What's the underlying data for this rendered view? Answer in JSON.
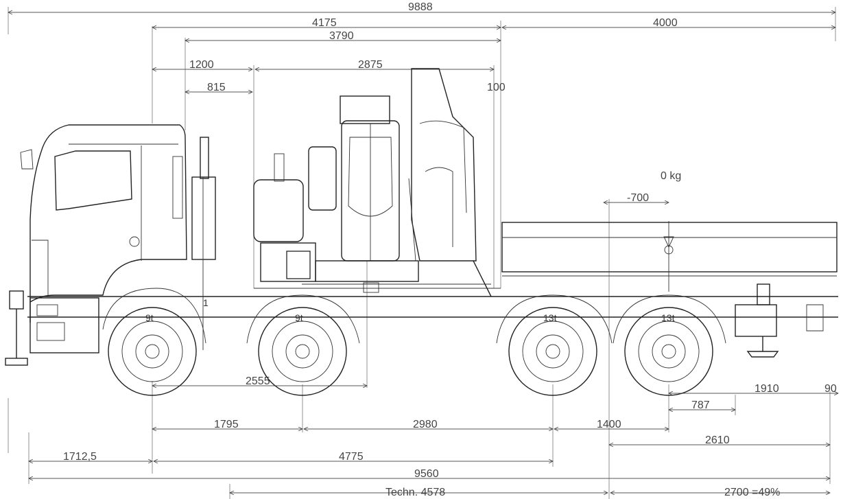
{
  "dimensions": {
    "overall_length": "9888",
    "crane_to_rear_front": "4175",
    "crane_to_rear_inner": "3790",
    "rear_overhang_top": "4000",
    "cab_gap": "1200",
    "crane_width": "2875",
    "crane_clearance": "100",
    "cab_to_crane": "815",
    "crane_offset": "2555",
    "rear_tip": "1910",
    "rear_tip_end": "90",
    "rear_small": "787",
    "axle_1_2": "1795",
    "axle_2_3": "2980",
    "axle_3_4": "1400",
    "rear_to_end": "2610",
    "front_overhang": "1712,5",
    "front_to_axle3": "4775",
    "total_length": "9560",
    "technical": "Techn. 4578",
    "payload_section": "2700 =49%",
    "load_offset": "-700"
  },
  "load_label": "0 kg",
  "axle_loads": [
    "9t",
    "9t",
    "13t",
    "13t"
  ],
  "marker": "1"
}
